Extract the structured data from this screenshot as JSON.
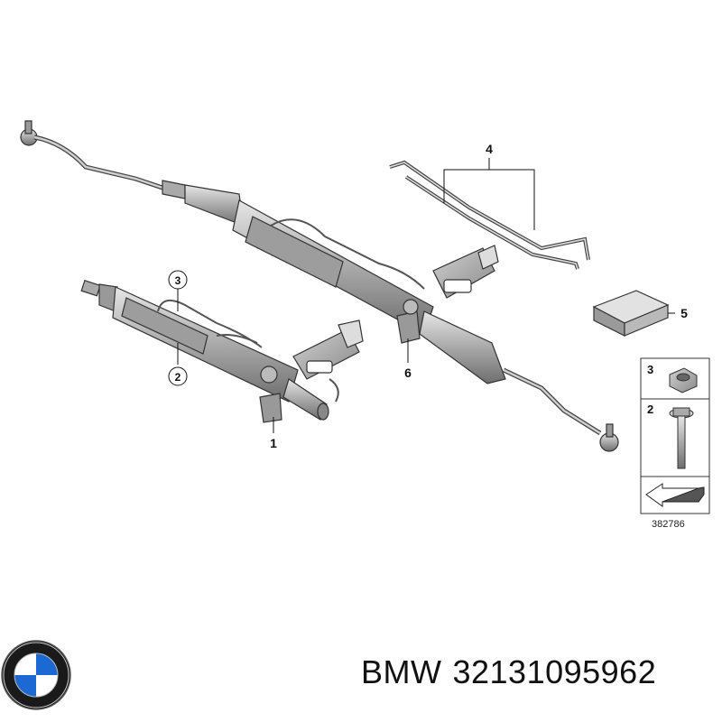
{
  "callouts": {
    "part1": "1",
    "part2": "2",
    "part3": "3",
    "part4": "4",
    "part5": "5",
    "part6": "6"
  },
  "legend": {
    "nut_label": "3",
    "bolt_label": "2"
  },
  "reference_number": "382786",
  "caption": {
    "brand": "BMW",
    "part_number": "32131095962"
  },
  "colors": {
    "rack_fill": "#b8b8b8",
    "rack_dark": "#7a7a7a",
    "outline": "#333333",
    "logo_blue": "#1c69d4",
    "logo_black": "#1a1a1a"
  },
  "icons": [
    "bmw-logo-icon",
    "arrow-icon",
    "nut-icon",
    "bolt-icon"
  ]
}
